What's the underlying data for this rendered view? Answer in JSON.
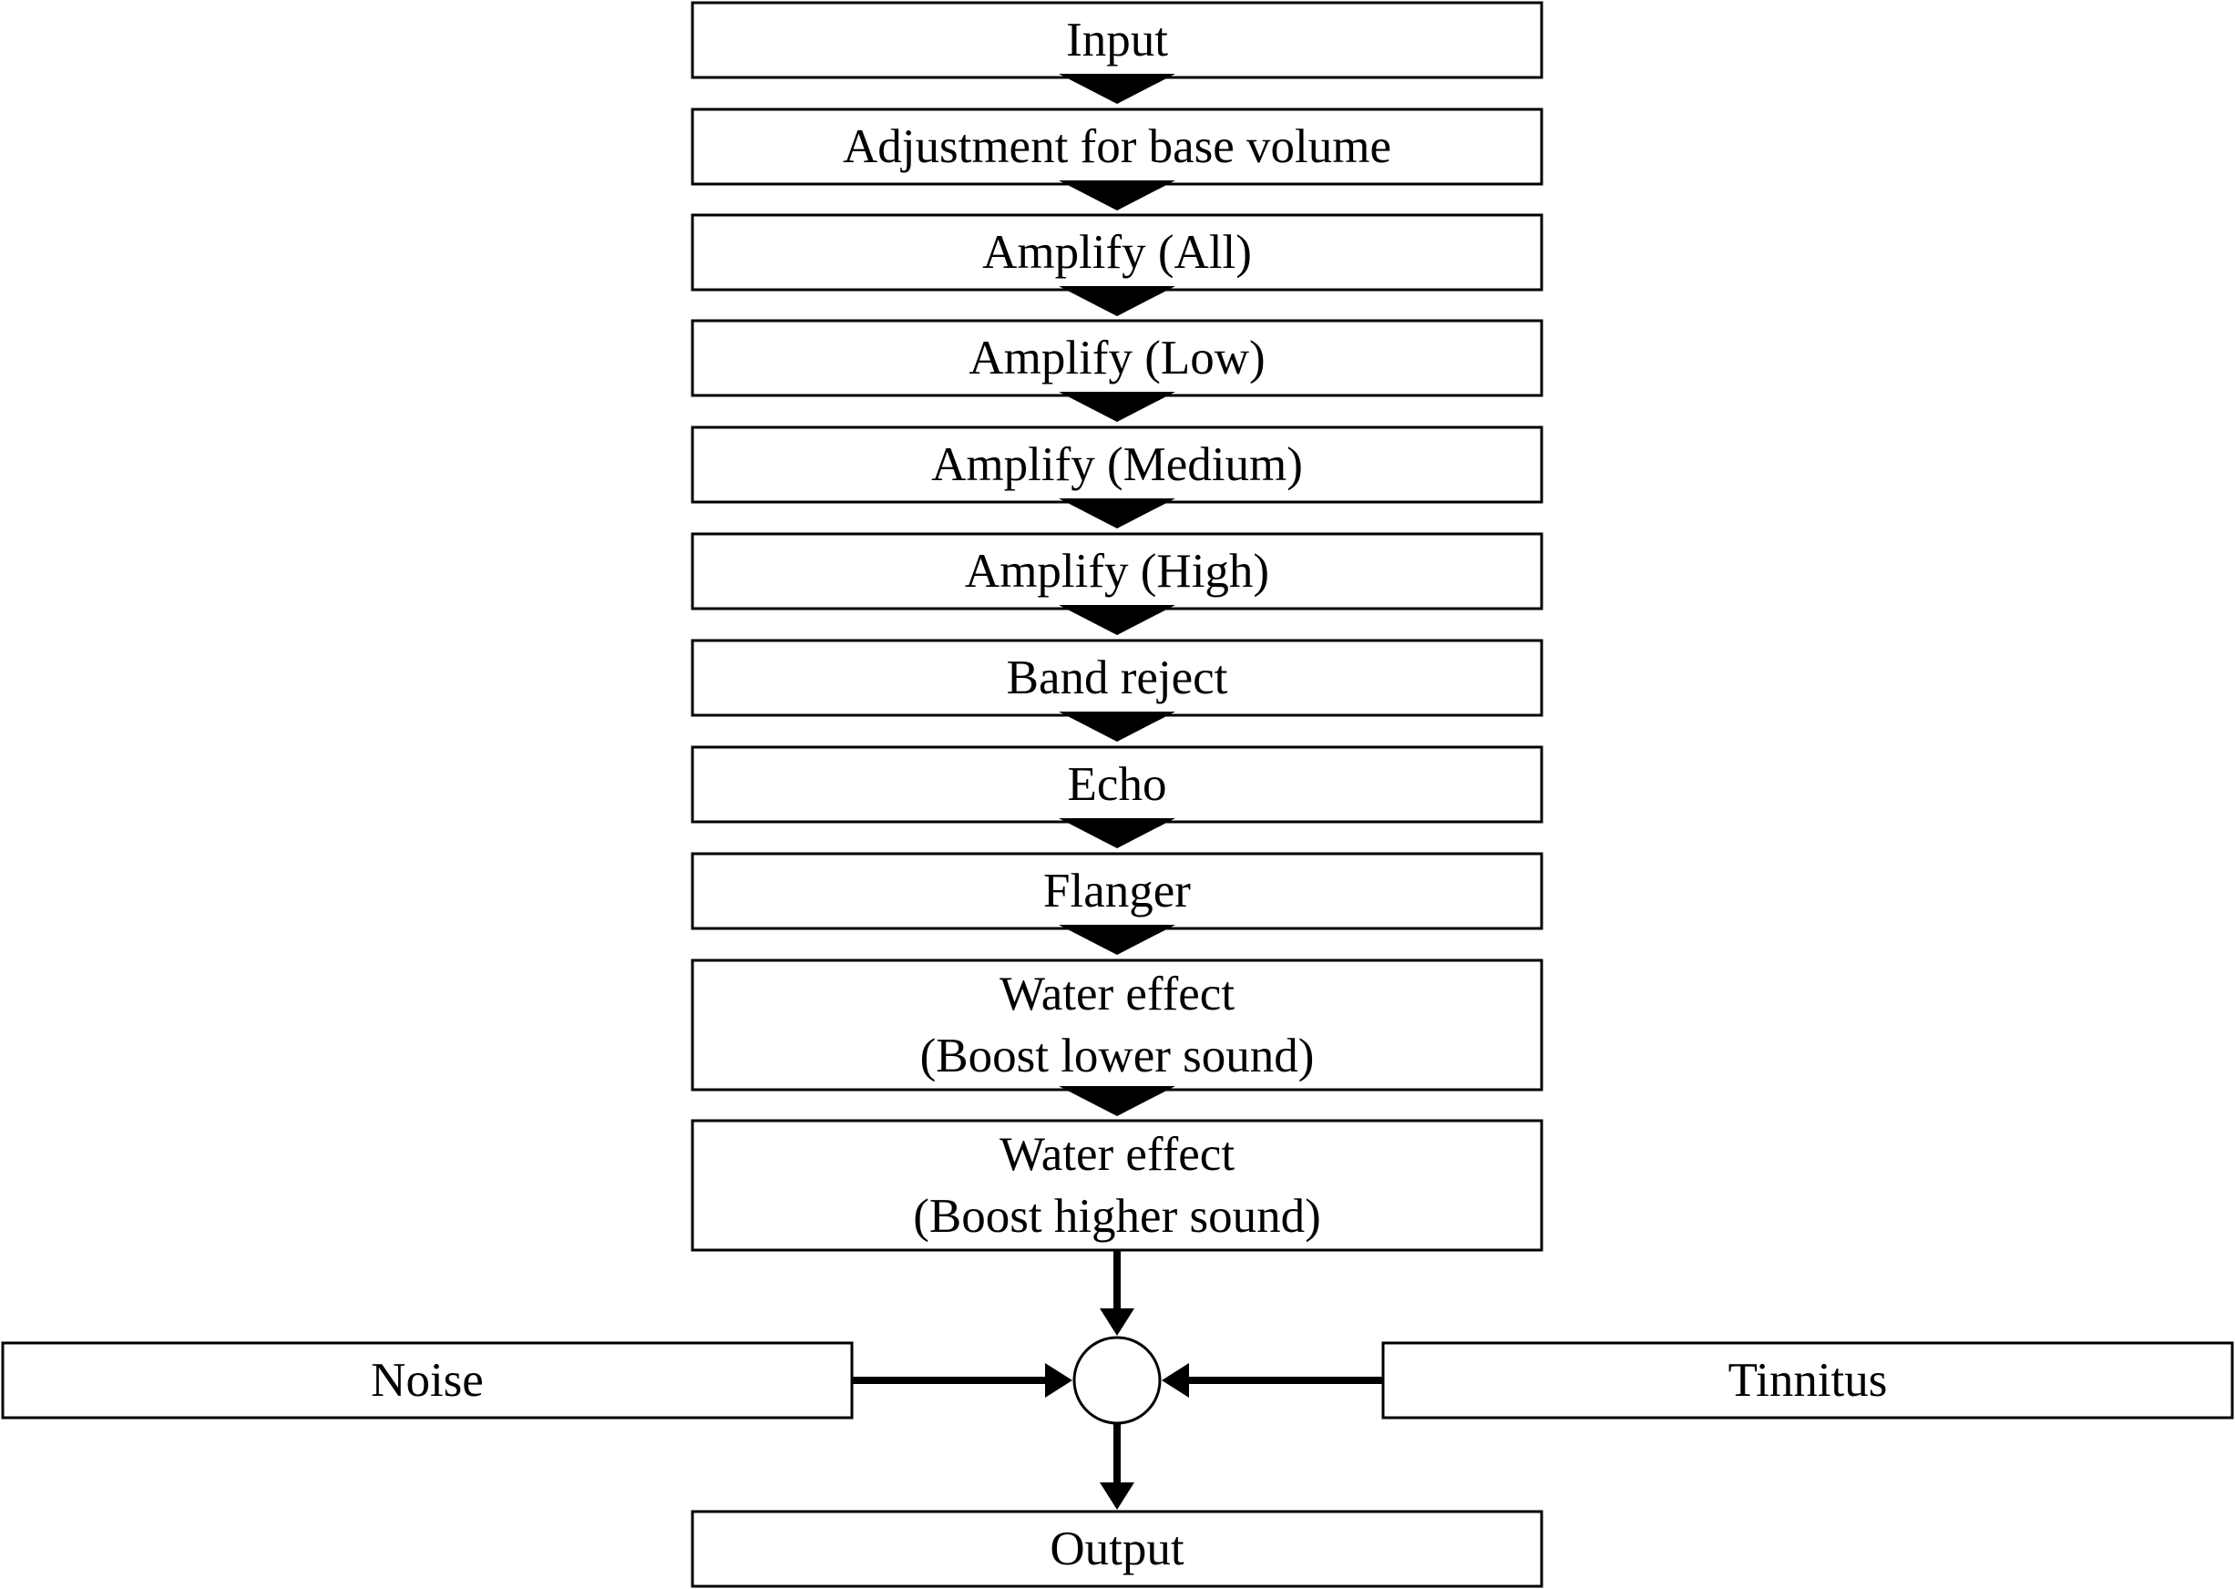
{
  "diagram": {
    "chain": [
      {
        "id": "input",
        "lines": [
          "Input"
        ]
      },
      {
        "id": "adjust-base-volume",
        "lines": [
          "Adjustment for base volume"
        ]
      },
      {
        "id": "amplify-all",
        "lines": [
          "Amplify (All)"
        ]
      },
      {
        "id": "amplify-low",
        "lines": [
          "Amplify (Low)"
        ]
      },
      {
        "id": "amplify-medium",
        "lines": [
          "Amplify (Medium)"
        ]
      },
      {
        "id": "amplify-high",
        "lines": [
          "Amplify (High)"
        ]
      },
      {
        "id": "band-reject",
        "lines": [
          "Band reject"
        ]
      },
      {
        "id": "echo",
        "lines": [
          "Echo"
        ]
      },
      {
        "id": "flanger",
        "lines": [
          "Flanger"
        ]
      },
      {
        "id": "water-effect-lower",
        "lines": [
          "Water effect",
          "(Boost lower sound)"
        ]
      },
      {
        "id": "water-effect-higher",
        "lines": [
          "Water effect",
          "(Boost higher sound)"
        ]
      }
    ],
    "noise": {
      "id": "noise",
      "lines": [
        "Noise"
      ]
    },
    "tinnitus": {
      "id": "tinnitus",
      "lines": [
        "Tinnitus"
      ]
    },
    "output": {
      "id": "output",
      "lines": [
        "Output"
      ]
    }
  }
}
